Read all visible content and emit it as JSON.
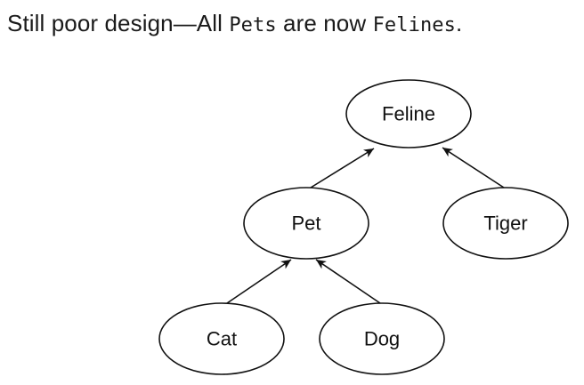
{
  "caption": {
    "text_before": "Still poor design—All ",
    "code_pets": "Pets",
    "text_middle": " are now ",
    "code_felines": "Felines",
    "text_after": "."
  },
  "diagram": {
    "nodes": {
      "feline": "Feline",
      "pet": "Pet",
      "tiger": "Tiger",
      "cat": "Cat",
      "dog": "Dog"
    },
    "edges": [
      {
        "from": "pet",
        "to": "feline"
      },
      {
        "from": "tiger",
        "to": "feline"
      },
      {
        "from": "cat",
        "to": "pet"
      },
      {
        "from": "dog",
        "to": "pet"
      }
    ],
    "colors": {
      "stroke": "#111111",
      "fill": "#ffffff",
      "text": "#1a1a1a"
    }
  }
}
